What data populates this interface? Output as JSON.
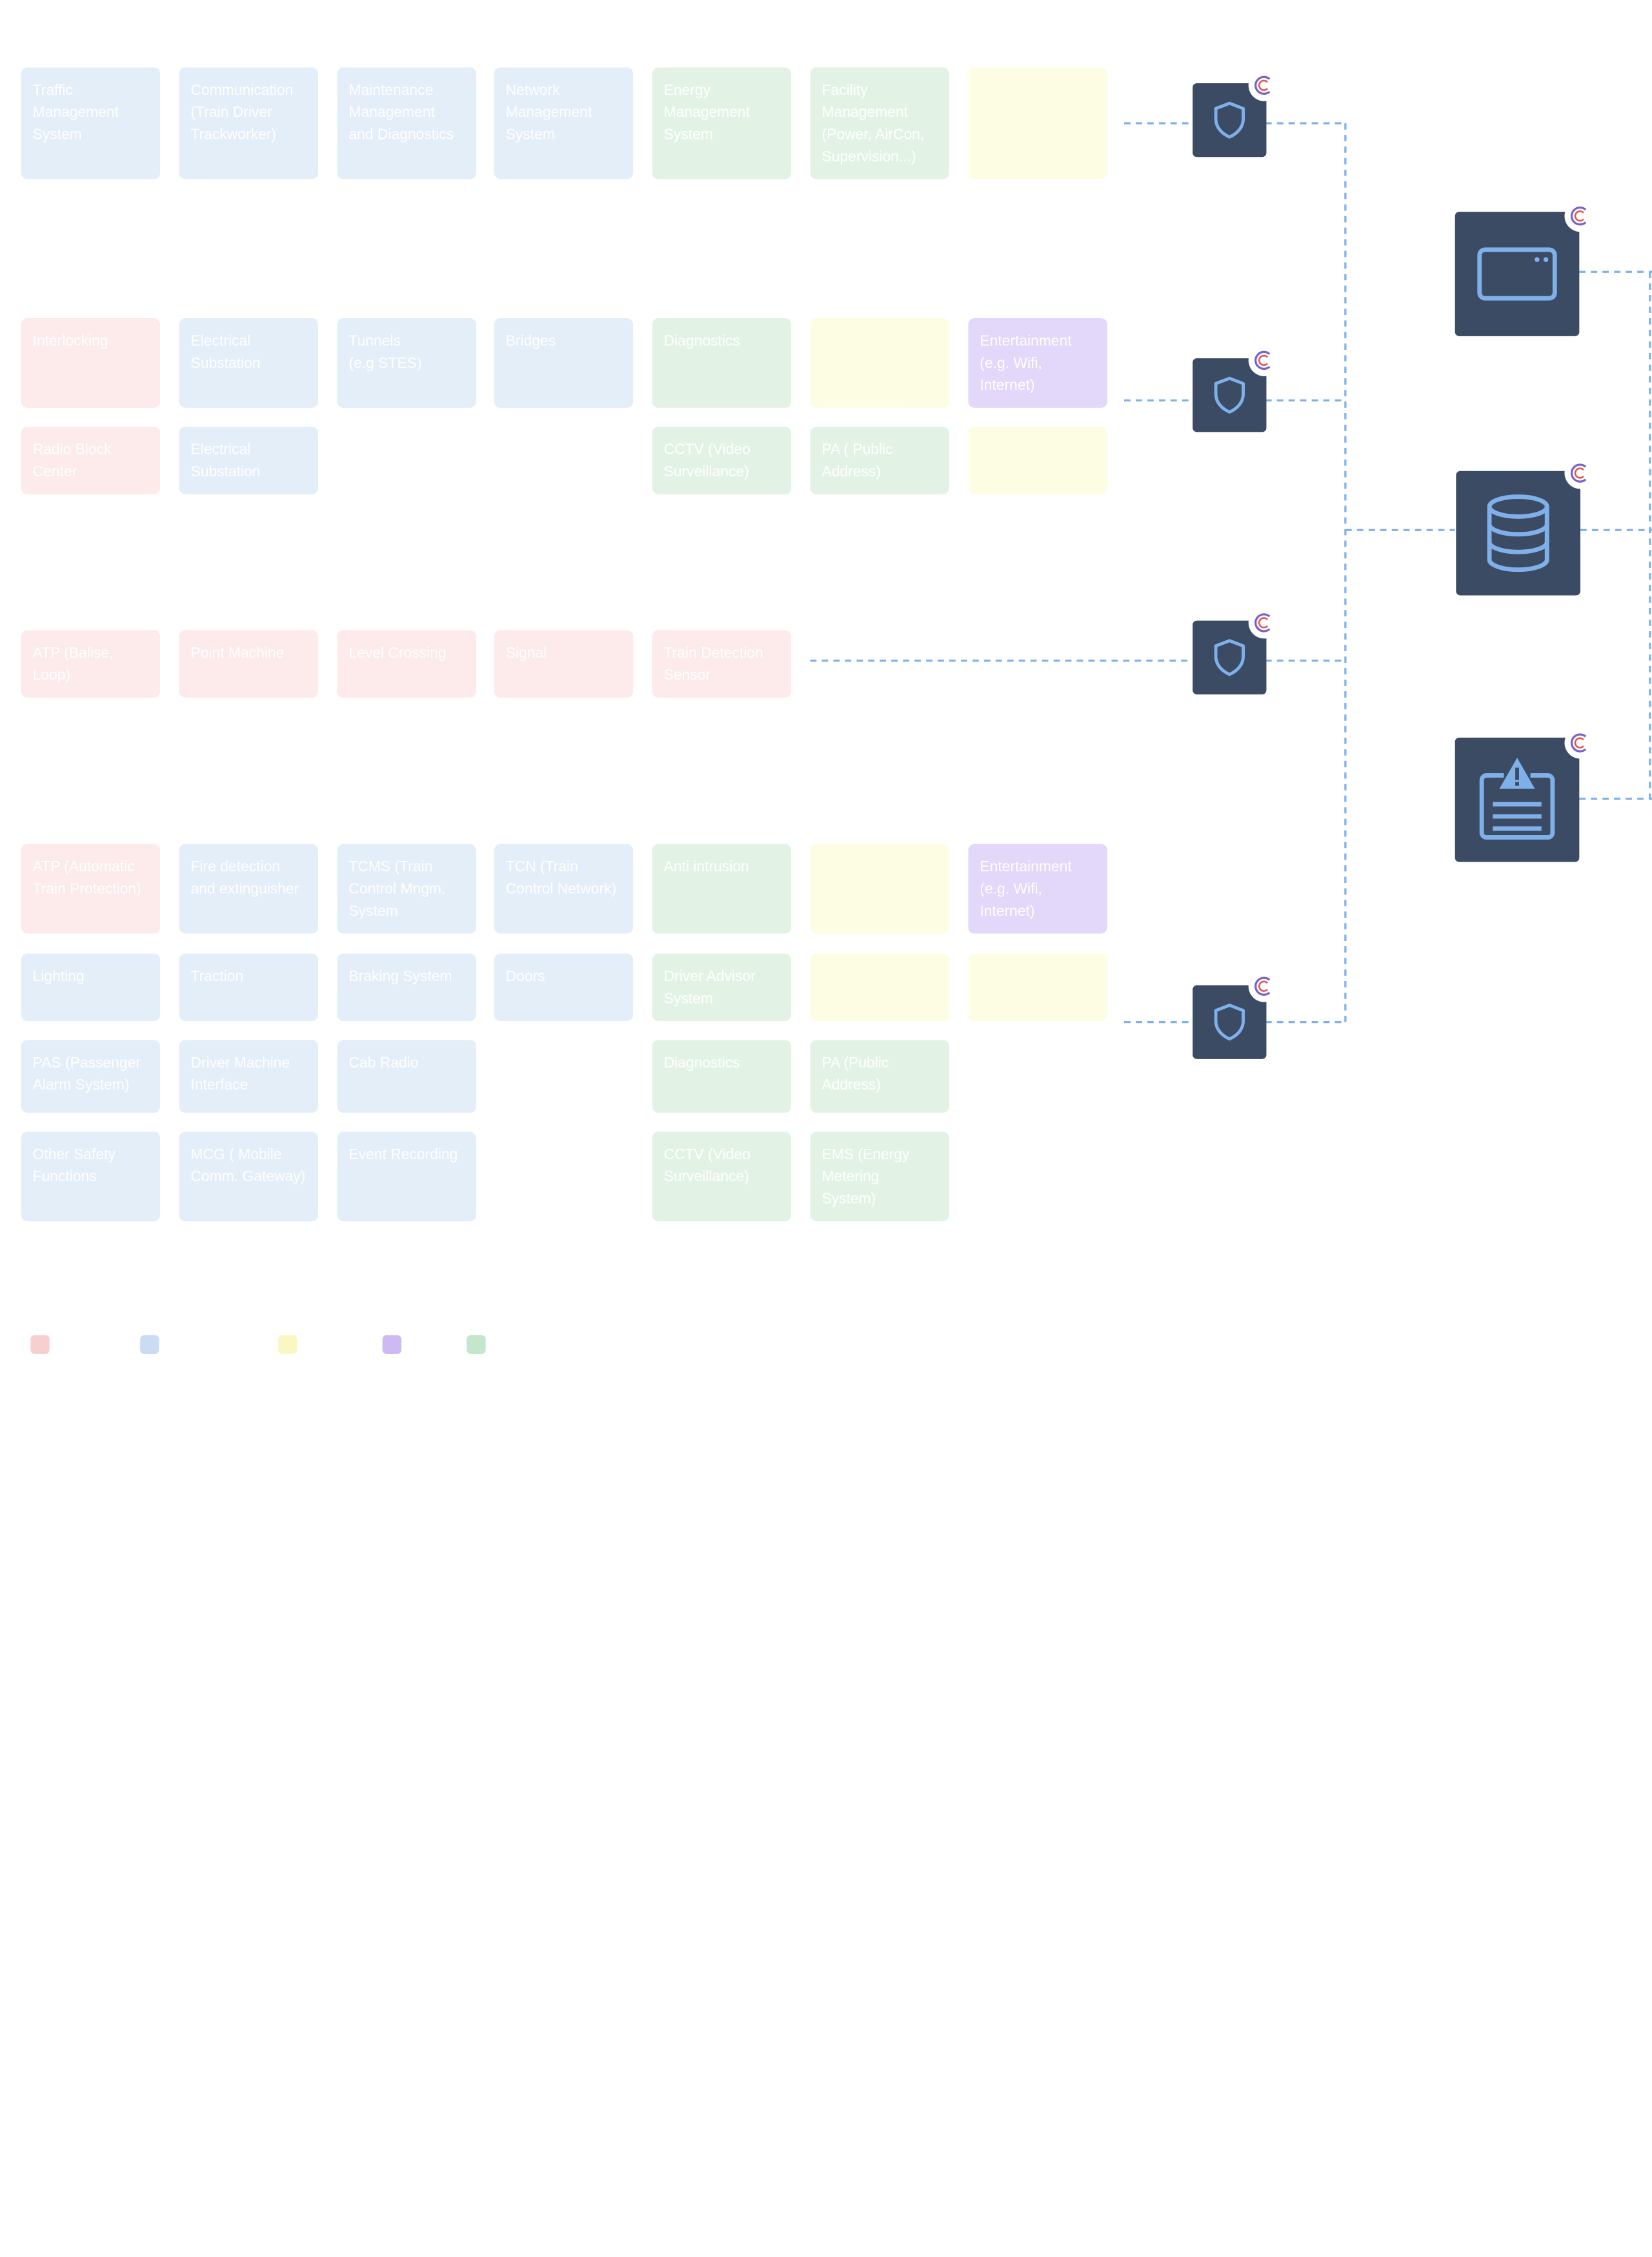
{
  "colors": {
    "safety": "#fdeaea",
    "infrastructure": "#e4eef9",
    "unlabeled": "#fdfde4",
    "passenger": "#e3d7fa",
    "facility": "#e2f3e6",
    "hub": "#3b4b63",
    "icon_stroke": "#7fb0ea",
    "connector": "#7fb0ea"
  },
  "row1": [
    {
      "name": "traffic-management-system",
      "label": "Traffic\nManagement\nSystem",
      "cat": "blue"
    },
    {
      "name": "communication-train-driver",
      "label": "Communication\n(Train Driver\nTrackworker)",
      "cat": "blue"
    },
    {
      "name": "maintenance-management",
      "label": "Maintenance\nManagement\nand Diagnostics",
      "cat": "blue"
    },
    {
      "name": "network-management-system",
      "label": "Network\nManagement\nSystem",
      "cat": "blue"
    },
    {
      "name": "energy-management-system",
      "label": "Energy\nManagement\nSystem",
      "cat": "green"
    },
    {
      "name": "facility-management",
      "label": "Facility\nManagement\n(Power, AirCon,\nSupervision...)",
      "cat": "green"
    },
    {
      "name": "unlabeled-yellow-1",
      "label": "",
      "cat": "yellow"
    }
  ],
  "row2": [
    {
      "name": "interlocking",
      "label": "Interlocking",
      "cat": "red"
    },
    {
      "name": "electrical-substation-1",
      "label": "Electrical\nSubstation",
      "cat": "blue"
    },
    {
      "name": "tunnels",
      "label": "Tunnels\n(e.g STES)",
      "cat": "blue"
    },
    {
      "name": "bridges",
      "label": "Bridges",
      "cat": "blue"
    },
    {
      "name": "diagnostics-1",
      "label": "Diagnostics",
      "cat": "green"
    },
    {
      "name": "unlabeled-yellow-2",
      "label": "",
      "cat": "yellow"
    },
    {
      "name": "entertainment-1",
      "label": "Entertainment\n(e.g. Wifi,\nInternet)",
      "cat": "purple"
    }
  ],
  "row3": [
    {
      "name": "radio-block-center",
      "label": "Radio Block\nCenter",
      "cat": "red"
    },
    {
      "name": "electrical-substation-2",
      "label": "Electrical\nSubstation",
      "cat": "blue"
    },
    {
      "name": "cctv-1",
      "label": "CCTV (Video\nSurveillance)",
      "cat": "green"
    },
    {
      "name": "pa-1",
      "label": "PA ( Public\nAddress)",
      "cat": "green"
    },
    {
      "name": "unlabeled-yellow-3",
      "label": "",
      "cat": "yellow"
    }
  ],
  "row4": [
    {
      "name": "atp-balise",
      "label": "ATP (Balise,\nLoop)",
      "cat": "red"
    },
    {
      "name": "point-machine",
      "label": "Point Machine",
      "cat": "red"
    },
    {
      "name": "level-crossing",
      "label": "Level Crossing",
      "cat": "red"
    },
    {
      "name": "signal",
      "label": "Signal",
      "cat": "red"
    },
    {
      "name": "train-detection-sensor",
      "label": "Train Detection\nSensor",
      "cat": "red"
    }
  ],
  "row5": [
    {
      "name": "atp-automatic",
      "label": "ATP (Automatic\nTrain Protection)",
      "cat": "red"
    },
    {
      "name": "fire-detection",
      "label": "Fire detection\nand extinguisher",
      "cat": "blue"
    },
    {
      "name": "tcms",
      "label": "TCMS (Train\nControl Mngm.\nSystem",
      "cat": "blue"
    },
    {
      "name": "tcn",
      "label": "TCN (Train\nControl Network)",
      "cat": "blue"
    },
    {
      "name": "anti-intrusion",
      "label": "Anti intrusion",
      "cat": "green"
    },
    {
      "name": "unlabeled-yellow-4",
      "label": "",
      "cat": "yellow"
    },
    {
      "name": "entertainment-2",
      "label": "Entertainment\n(e.g. Wifi,\nInternet)",
      "cat": "purple"
    }
  ],
  "row6": [
    {
      "name": "lighting",
      "label": "Lighting",
      "cat": "blue"
    },
    {
      "name": "traction",
      "label": "Traction",
      "cat": "blue"
    },
    {
      "name": "braking-system",
      "label": "Braking System",
      "cat": "blue"
    },
    {
      "name": "doors",
      "label": "Doors",
      "cat": "blue"
    },
    {
      "name": "driver-advisor-system",
      "label": "Driver Advisor\nSystem",
      "cat": "green"
    },
    {
      "name": "unlabeled-yellow-5",
      "label": "",
      "cat": "yellow"
    },
    {
      "name": "unlabeled-yellow-6",
      "label": "",
      "cat": "yellow"
    }
  ],
  "row7": [
    {
      "name": "pas",
      "label": "PAS (Passenger\nAlarm System)",
      "cat": "blue"
    },
    {
      "name": "driver-machine-interface",
      "label": "Driver Machine\nInterface",
      "cat": "blue"
    },
    {
      "name": "cab-radio",
      "label": "Cab Radio",
      "cat": "blue"
    },
    {
      "name": "diagnostics-2",
      "label": "Diagnostics",
      "cat": "green"
    },
    {
      "name": "pa-2",
      "label": "PA (Public\nAddress)",
      "cat": "green"
    }
  ],
  "row8": [
    {
      "name": "other-safety-functions",
      "label": "Other Safety\nFunctions",
      "cat": "blue"
    },
    {
      "name": "mcg",
      "label": "MCG ( Mobile\nComm. Gateway)",
      "cat": "blue"
    },
    {
      "name": "event-recording",
      "label": "Event Recording",
      "cat": "blue"
    },
    {
      "name": "cctv-2",
      "label": "CCTV (Video\nSurveillance)",
      "cat": "green"
    },
    {
      "name": "ems",
      "label": "EMS (Energy\nMetering\nSystem)",
      "cat": "green"
    }
  ],
  "hubs": [
    {
      "name": "firewall-hub-1",
      "icon": "shield-icon"
    },
    {
      "name": "firewall-hub-2",
      "icon": "shield-icon"
    },
    {
      "name": "firewall-hub-3",
      "icon": "shield-icon"
    },
    {
      "name": "firewall-hub-4",
      "icon": "shield-icon"
    },
    {
      "name": "management-console-hub",
      "icon": "browser-window-icon"
    },
    {
      "name": "database-hub",
      "icon": "database-icon"
    },
    {
      "name": "alert-log-hub",
      "icon": "alert-document-icon"
    }
  ],
  "legend": [
    {
      "name": "legend-safety",
      "cat": "red"
    },
    {
      "name": "legend-infrastructure",
      "cat": "blue"
    },
    {
      "name": "legend-yellow",
      "cat": "yellow"
    },
    {
      "name": "legend-passenger",
      "cat": "purple"
    },
    {
      "name": "legend-facility",
      "cat": "green"
    }
  ]
}
